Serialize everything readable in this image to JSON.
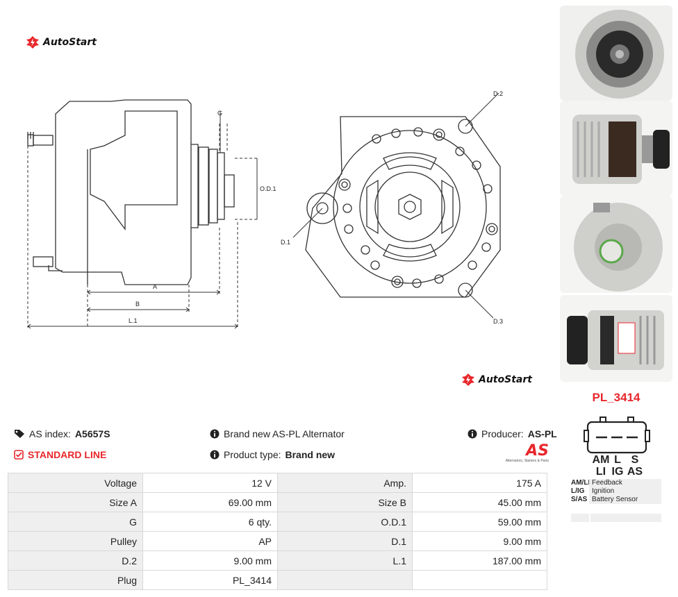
{
  "brand": {
    "name": "AutoStart",
    "accent": "#e8262b"
  },
  "diagram": {
    "labels": {
      "g": "G",
      "od1": "O.D.1",
      "a": "A",
      "b": "B",
      "l1": "L.1",
      "d1": "D.1",
      "d2": "D.2",
      "d3": "D.3"
    }
  },
  "product": {
    "part_number": "PL_3414",
    "as_index_label": "AS index:",
    "as_index_value": "A5657S",
    "line": "STANDARD LINE",
    "description": "Brand new AS-PL Alternator",
    "type_label": "Product type:",
    "type_value": "Brand new",
    "producer_label": "Producer:",
    "producer_value": "AS-PL",
    "producer_logo_text": "AS",
    "producer_tagline": "Alternators, Starters & Parts"
  },
  "icons": {
    "tag": "tag-icon",
    "check": "check-square-icon",
    "info": "info-circle-icon"
  },
  "specs": [
    [
      {
        "label": "Voltage",
        "value": "12 V"
      },
      {
        "label": "Amp.",
        "value": "175 A"
      }
    ],
    [
      {
        "label": "Size A",
        "value": "69.00 mm"
      },
      {
        "label": "Size B",
        "value": "45.00 mm"
      }
    ],
    [
      {
        "label": "G",
        "value": "6 qty."
      },
      {
        "label": "O.D.1",
        "value": "59.00 mm"
      }
    ],
    [
      {
        "label": "Pulley",
        "value": "AP"
      },
      {
        "label": "D.1",
        "value": "9.00 mm"
      }
    ],
    [
      {
        "label": "D.2",
        "value": "9.00 mm"
      },
      {
        "label": "L.1",
        "value": "187.00 mm"
      }
    ],
    [
      {
        "label": "Plug",
        "value": "PL_3414"
      },
      {
        "label": "",
        "value": ""
      }
    ]
  ],
  "plug": {
    "top_pins": [
      "AM",
      "L",
      "S"
    ],
    "bottom_pins": [
      "LI",
      "IG",
      "AS"
    ],
    "legend": [
      {
        "key": "AM/LI",
        "desc": "Feedback"
      },
      {
        "key": "L/IG",
        "desc": "Ignition"
      },
      {
        "key": "S/AS",
        "desc": "Battery Sensor"
      },
      {
        "key": "",
        "desc": ""
      }
    ]
  }
}
